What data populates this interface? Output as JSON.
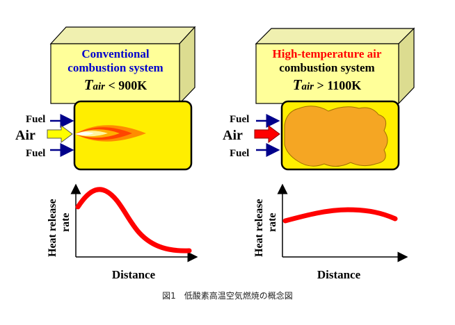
{
  "left_panel": {
    "title_line1": "Conventional",
    "title_line2": "combustion system",
    "t_symbol": "T",
    "t_subscript": "air",
    "t_condition": " < 900K",
    "input_fuel_top": "Fuel",
    "input_air": "Air",
    "input_fuel_bottom": "Fuel",
    "y_label_line1": "Heat release",
    "y_label_line2": "rate",
    "x_label": "Distance",
    "curve_description": "Peaked heat release: high near inlet then decays"
  },
  "right_panel": {
    "title_line1": "High-temperature air",
    "title_line2": "combustion system",
    "t_symbol": "T",
    "t_subscript": "air",
    "t_condition": " > 1100K",
    "input_fuel_top": "Fuel",
    "input_air": "Air",
    "input_fuel_bottom": "Fuel",
    "y_label_line1": "Heat release",
    "y_label_line2": "rate",
    "x_label": "Distance",
    "curve_description": "Nearly uniform heat release along distance"
  },
  "caption": "図1　低酸素高温空気燃焼の概念図",
  "colors": {
    "box_yellow": "#ffff99",
    "box_side": "#e6e68a",
    "furnace_yellow": "#ffee00",
    "flame_orange": "#f5a623",
    "curve_red": "#ff0000",
    "title_blue": "#0000cc",
    "title_red": "#ff0000",
    "arrow_blue": "#00008b",
    "arrow_yellow": "#ffff00",
    "arrow_red": "#ff0000"
  },
  "icons": {
    "fuel_arrow": "arrow-right-icon",
    "air_arrow_left": "yellow-arrow-icon",
    "air_arrow_right": "red-arrow-icon"
  }
}
